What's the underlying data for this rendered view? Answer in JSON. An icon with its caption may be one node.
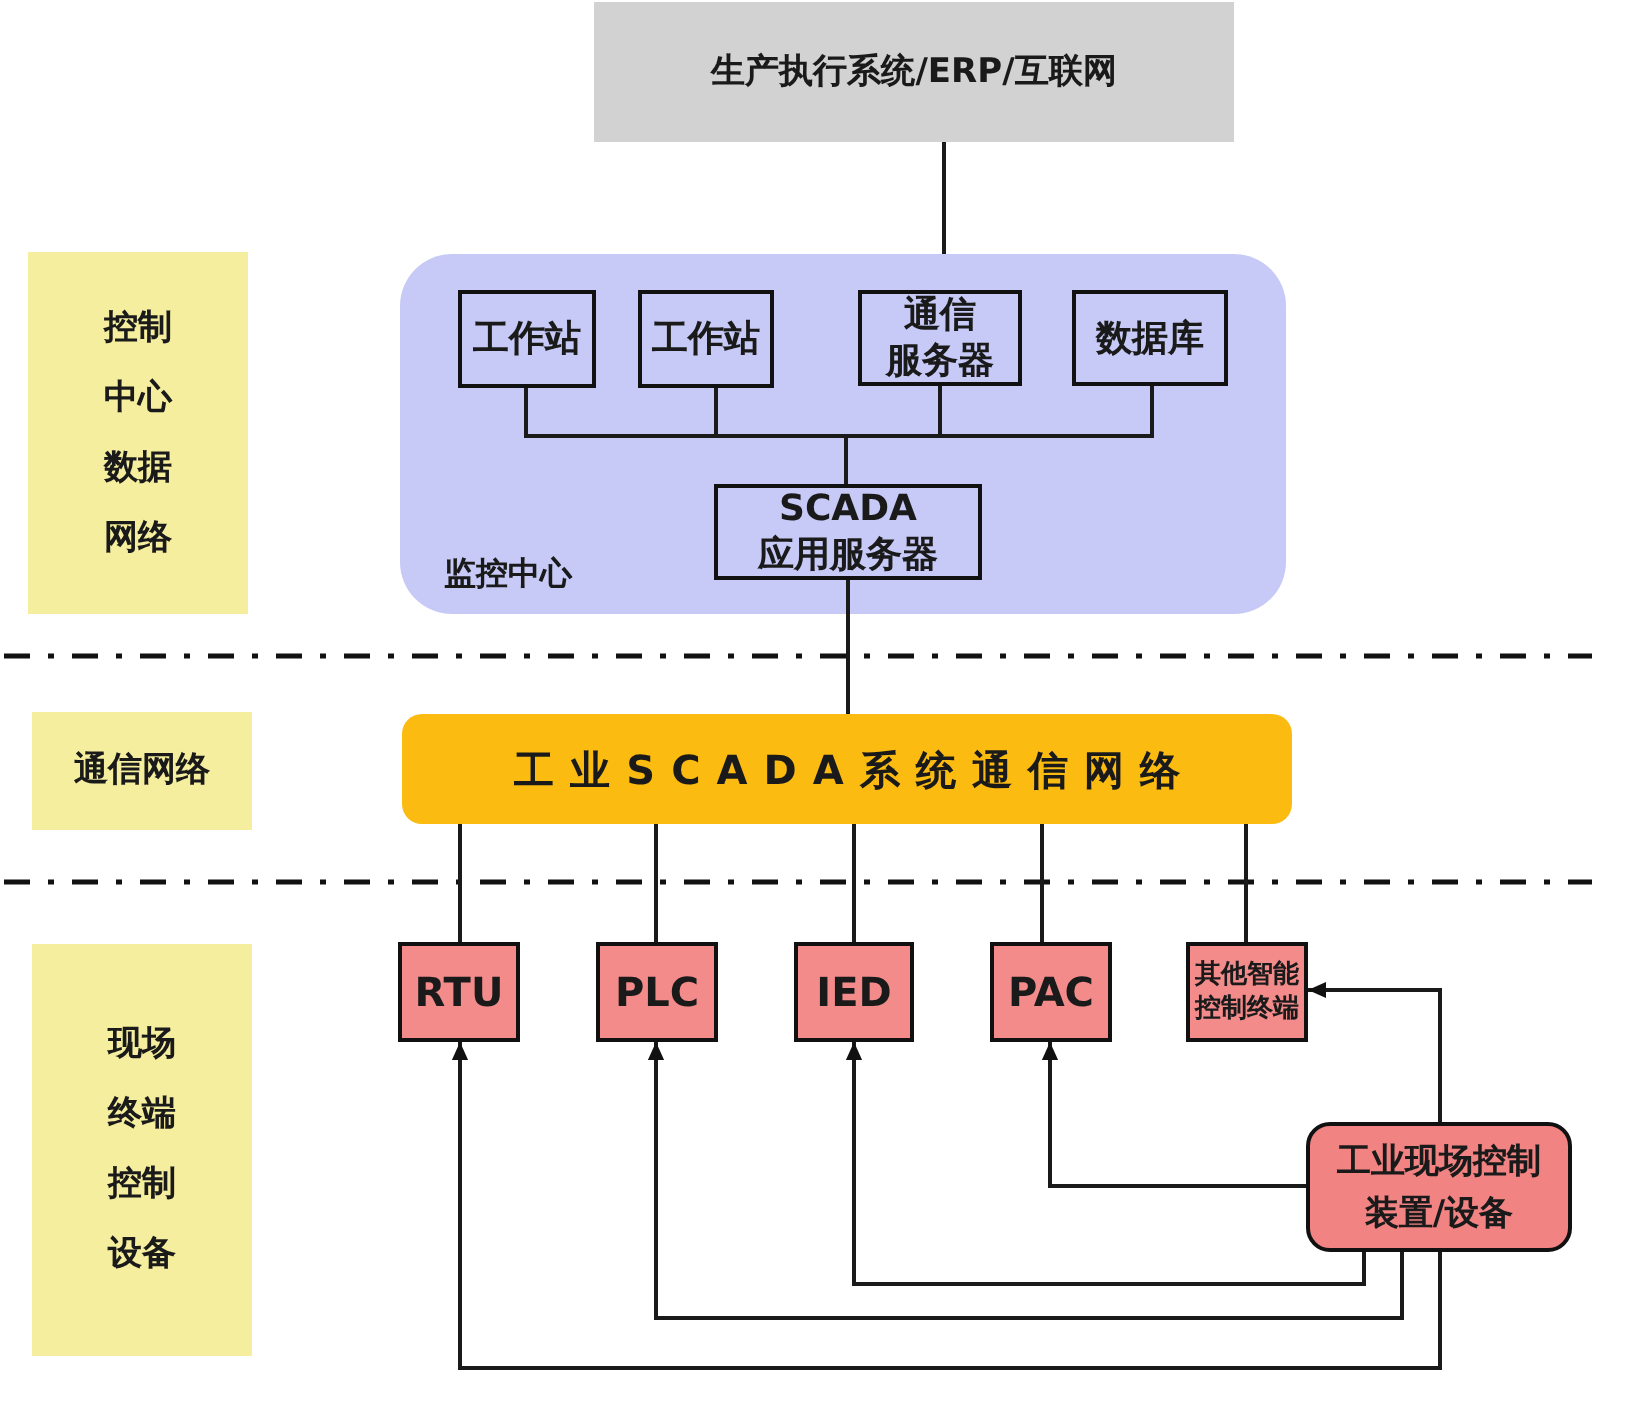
{
  "diagram": {
    "nodes": [
      {
        "text": [
          "生产执行系统/ERP/互联网"
        ]
      },
      {
        "text": [
          "控制中心数据网络"
        ]
      },
      {
        "text": [
          "监控中心"
        ]
      },
      {
        "text": [
          "工作站"
        ],
        "in": 2
      },
      {
        "text": [
          "工作站"
        ],
        "in": 2
      },
      {
        "text": [
          "通信服务器"
        ],
        "in": 2
      },
      {
        "text": [
          "数据库"
        ],
        "in": 2
      },
      {
        "text": [
          "SCADA 应用服务器"
        ],
        "in": 2
      },
      {
        "text": [
          "通信网络"
        ]
      },
      {
        "text": [
          "工业SCADA系统通信网络"
        ]
      },
      {
        "text": [
          "现场终端控制设备"
        ]
      },
      {
        "text": [
          "RTU"
        ]
      },
      {
        "text": [
          "PLC"
        ]
      },
      {
        "text": [
          "IED"
        ]
      },
      {
        "text": [
          "PAC"
        ]
      },
      {
        "text": [
          "其他智能控制终端"
        ]
      },
      {
        "text": [
          "工业现场控制装置/设备"
        ]
      }
    ],
    "edges": [
      {
        "from": 0,
        "to": 2,
        "arrow": "none"
      },
      {
        "from": 3,
        "to": 7,
        "arrow": "none"
      },
      {
        "from": 4,
        "to": 7,
        "arrow": "none"
      },
      {
        "from": 5,
        "to": 7,
        "arrow": "none"
      },
      {
        "from": 6,
        "to": 7,
        "arrow": "none"
      },
      {
        "from": 7,
        "to": 9,
        "arrow": "none"
      },
      {
        "from": 9,
        "to": 11,
        "arrow": "none"
      },
      {
        "from": 9,
        "to": 12,
        "arrow": "none"
      },
      {
        "from": 9,
        "to": 13,
        "arrow": "none"
      },
      {
        "from": 9,
        "to": 14,
        "arrow": "none"
      },
      {
        "from": 9,
        "to": 15,
        "arrow": "none"
      },
      {
        "from": 16,
        "to": 11,
        "arrow": "to"
      },
      {
        "from": 16,
        "to": 12,
        "arrow": "to"
      },
      {
        "from": 16,
        "to": 13,
        "arrow": "to"
      },
      {
        "from": 16,
        "to": 14,
        "arrow": "to"
      },
      {
        "from": 16,
        "to": 15,
        "arrow": "to"
      }
    ]
  }
}
